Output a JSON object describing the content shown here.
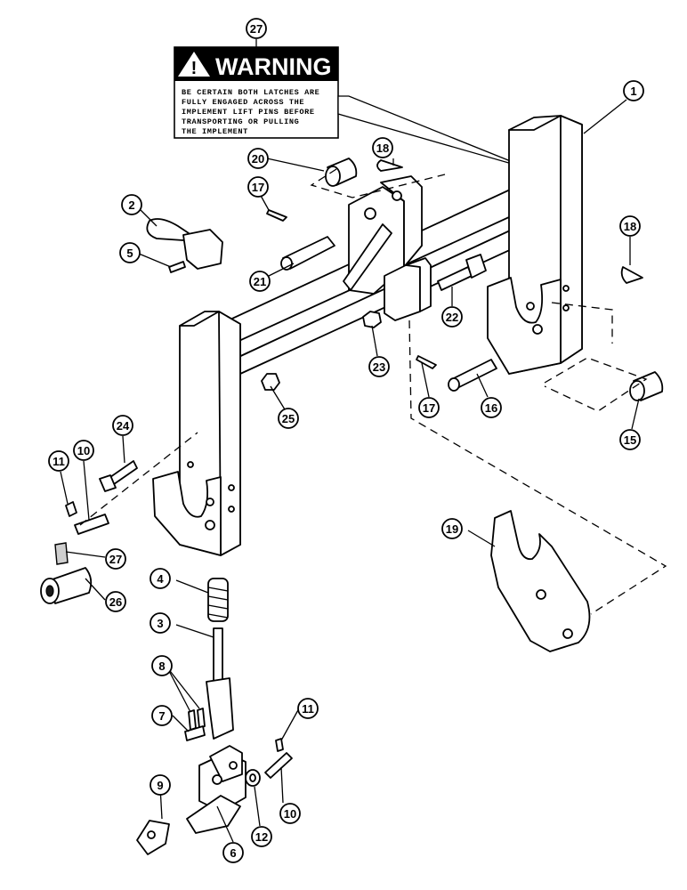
{
  "warning_label": {
    "title": "WARNING",
    "lines": [
      "BE CERTAIN BOTH LATCHES ARE",
      "FULLY ENGAGED ACROSS THE",
      "IMPLEMENT LIFT PINS BEFORE",
      "TRANSPORTING OR PULLING",
      "THE IMPLEMENT"
    ]
  },
  "callouts": [
    {
      "id": "c27a",
      "label": "27"
    },
    {
      "id": "c1",
      "label": "1"
    },
    {
      "id": "c18a",
      "label": "18"
    },
    {
      "id": "c20",
      "label": "20"
    },
    {
      "id": "c17a",
      "label": "17"
    },
    {
      "id": "c2",
      "label": "2"
    },
    {
      "id": "c18b",
      "label": "18"
    },
    {
      "id": "c5",
      "label": "5"
    },
    {
      "id": "c21",
      "label": "21"
    },
    {
      "id": "c22",
      "label": "22"
    },
    {
      "id": "c23",
      "label": "23"
    },
    {
      "id": "c17b",
      "label": "17"
    },
    {
      "id": "c16",
      "label": "16"
    },
    {
      "id": "c25",
      "label": "25"
    },
    {
      "id": "c15",
      "label": "15"
    },
    {
      "id": "c24",
      "label": "24"
    },
    {
      "id": "c11a",
      "label": "11"
    },
    {
      "id": "c10a",
      "label": "10"
    },
    {
      "id": "c19",
      "label": "19"
    },
    {
      "id": "c27b",
      "label": "27"
    },
    {
      "id": "c26",
      "label": "26"
    },
    {
      "id": "c4",
      "label": "4"
    },
    {
      "id": "c3",
      "label": "3"
    },
    {
      "id": "c8",
      "label": "8"
    },
    {
      "id": "c7",
      "label": "7"
    },
    {
      "id": "c11b",
      "label": "11"
    },
    {
      "id": "c9",
      "label": "9"
    },
    {
      "id": "c10b",
      "label": "10"
    },
    {
      "id": "c12",
      "label": "12"
    },
    {
      "id": "c6",
      "label": "6"
    }
  ]
}
